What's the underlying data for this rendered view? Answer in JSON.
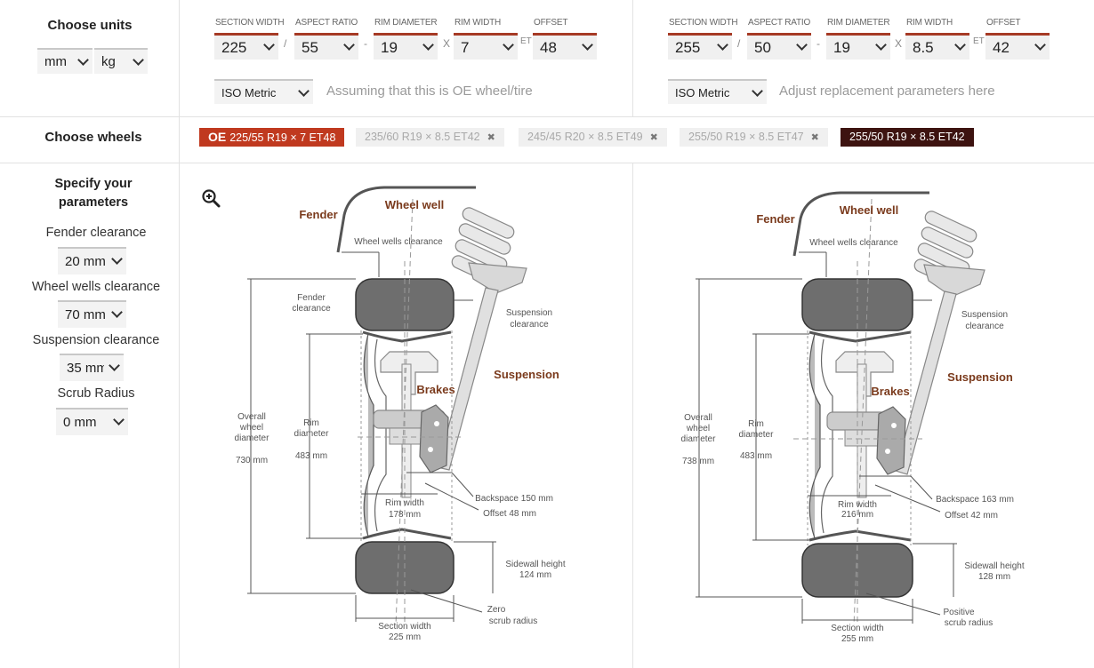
{
  "units": {
    "title": "Choose units",
    "length": "mm",
    "weight": "kg"
  },
  "field_labels": {
    "section_width": "SECTION WIDTH",
    "aspect_ratio": "ASPECT RATIO",
    "rim_diameter": "RIM DIAMETER",
    "rim_width": "RIM WIDTH",
    "offset": "OFFSET",
    "slash": "/",
    "dash": "-",
    "x": "X",
    "et": "ET"
  },
  "oe": {
    "section_width": "225",
    "aspect_ratio": "55",
    "rim_diameter": "19",
    "rim_width": "7",
    "offset": "48",
    "system": "ISO Metric",
    "hint": "Assuming that this is OE wheel/tire"
  },
  "replacement": {
    "section_width": "255",
    "aspect_ratio": "50",
    "rim_diameter": "19",
    "rim_width": "8.5",
    "offset": "42",
    "system": "ISO Metric",
    "hint": "Adjust replacement parameters here"
  },
  "wheels": {
    "title": "Choose wheels",
    "oe_badge": "OE",
    "items": [
      {
        "label": "225/55 R19 × 7 ET48",
        "state": "oe"
      },
      {
        "label": "235/60 R19 × 8.5 ET42",
        "state": "inactive",
        "remove": "✖"
      },
      {
        "label": "245/45 R20 × 8.5 ET49",
        "state": "inactive",
        "remove": "✖"
      },
      {
        "label": "255/50 R19 × 8.5 ET47",
        "state": "inactive",
        "remove": "✖"
      },
      {
        "label": "255/50 R19 × 8.5 ET42",
        "state": "current"
      }
    ]
  },
  "params": {
    "title_line1": "Specify your",
    "title_line2": "parameters",
    "fender_label": "Fender clearance",
    "fender_value": "20 mm",
    "wells_label": "Wheel wells clearance",
    "wells_value": "70 mm",
    "susp_label": "Suspension clearance",
    "susp_value": "35 mm",
    "scrub_label": "Scrub Radius",
    "scrub_value": "0 mm"
  },
  "diagram_common": {
    "fender": "Fender",
    "wheel_well": "Wheel well",
    "wheel_wells_clearance": "Wheel wells clearance",
    "fender_clearance_1": "Fender",
    "fender_clearance_2": "clearance",
    "suspension_clearance_1": "Suspension",
    "suspension_clearance_2": "clearance",
    "suspension": "Suspension",
    "brakes": "Brakes",
    "overall_1": "Overall",
    "overall_2": "wheel",
    "overall_3": "diameter",
    "rim_1": "Rim",
    "rim_2": "diameter",
    "rim_width": "Rim width",
    "sidewall_1": "Sidewall height",
    "section_width": "Section width"
  },
  "diagram_oe": {
    "overall": "730 mm",
    "rim_diameter": "483 mm",
    "rim_width": "178 mm",
    "backspace": "Backspace 150 mm",
    "offset": "Offset 48 mm",
    "sidewall": "124 mm",
    "section_width": "225 mm",
    "scrub_1": "Zero",
    "scrub_2": "scrub radius"
  },
  "diagram_rep": {
    "overall": "738 mm",
    "rim_diameter": "483 mm",
    "rim_width": "216 mm",
    "backspace": "Backspace 163 mm",
    "offset": "Offset 42 mm",
    "sidewall": "128 mm",
    "section_width": "255 mm",
    "scrub_1": "Positive",
    "scrub_2": "scrub radius"
  },
  "colors": {
    "accent": "#a63a25",
    "oe_chip": "#c0391f",
    "current_chip": "#3d1310",
    "label_brown": "#7a3a1c"
  }
}
